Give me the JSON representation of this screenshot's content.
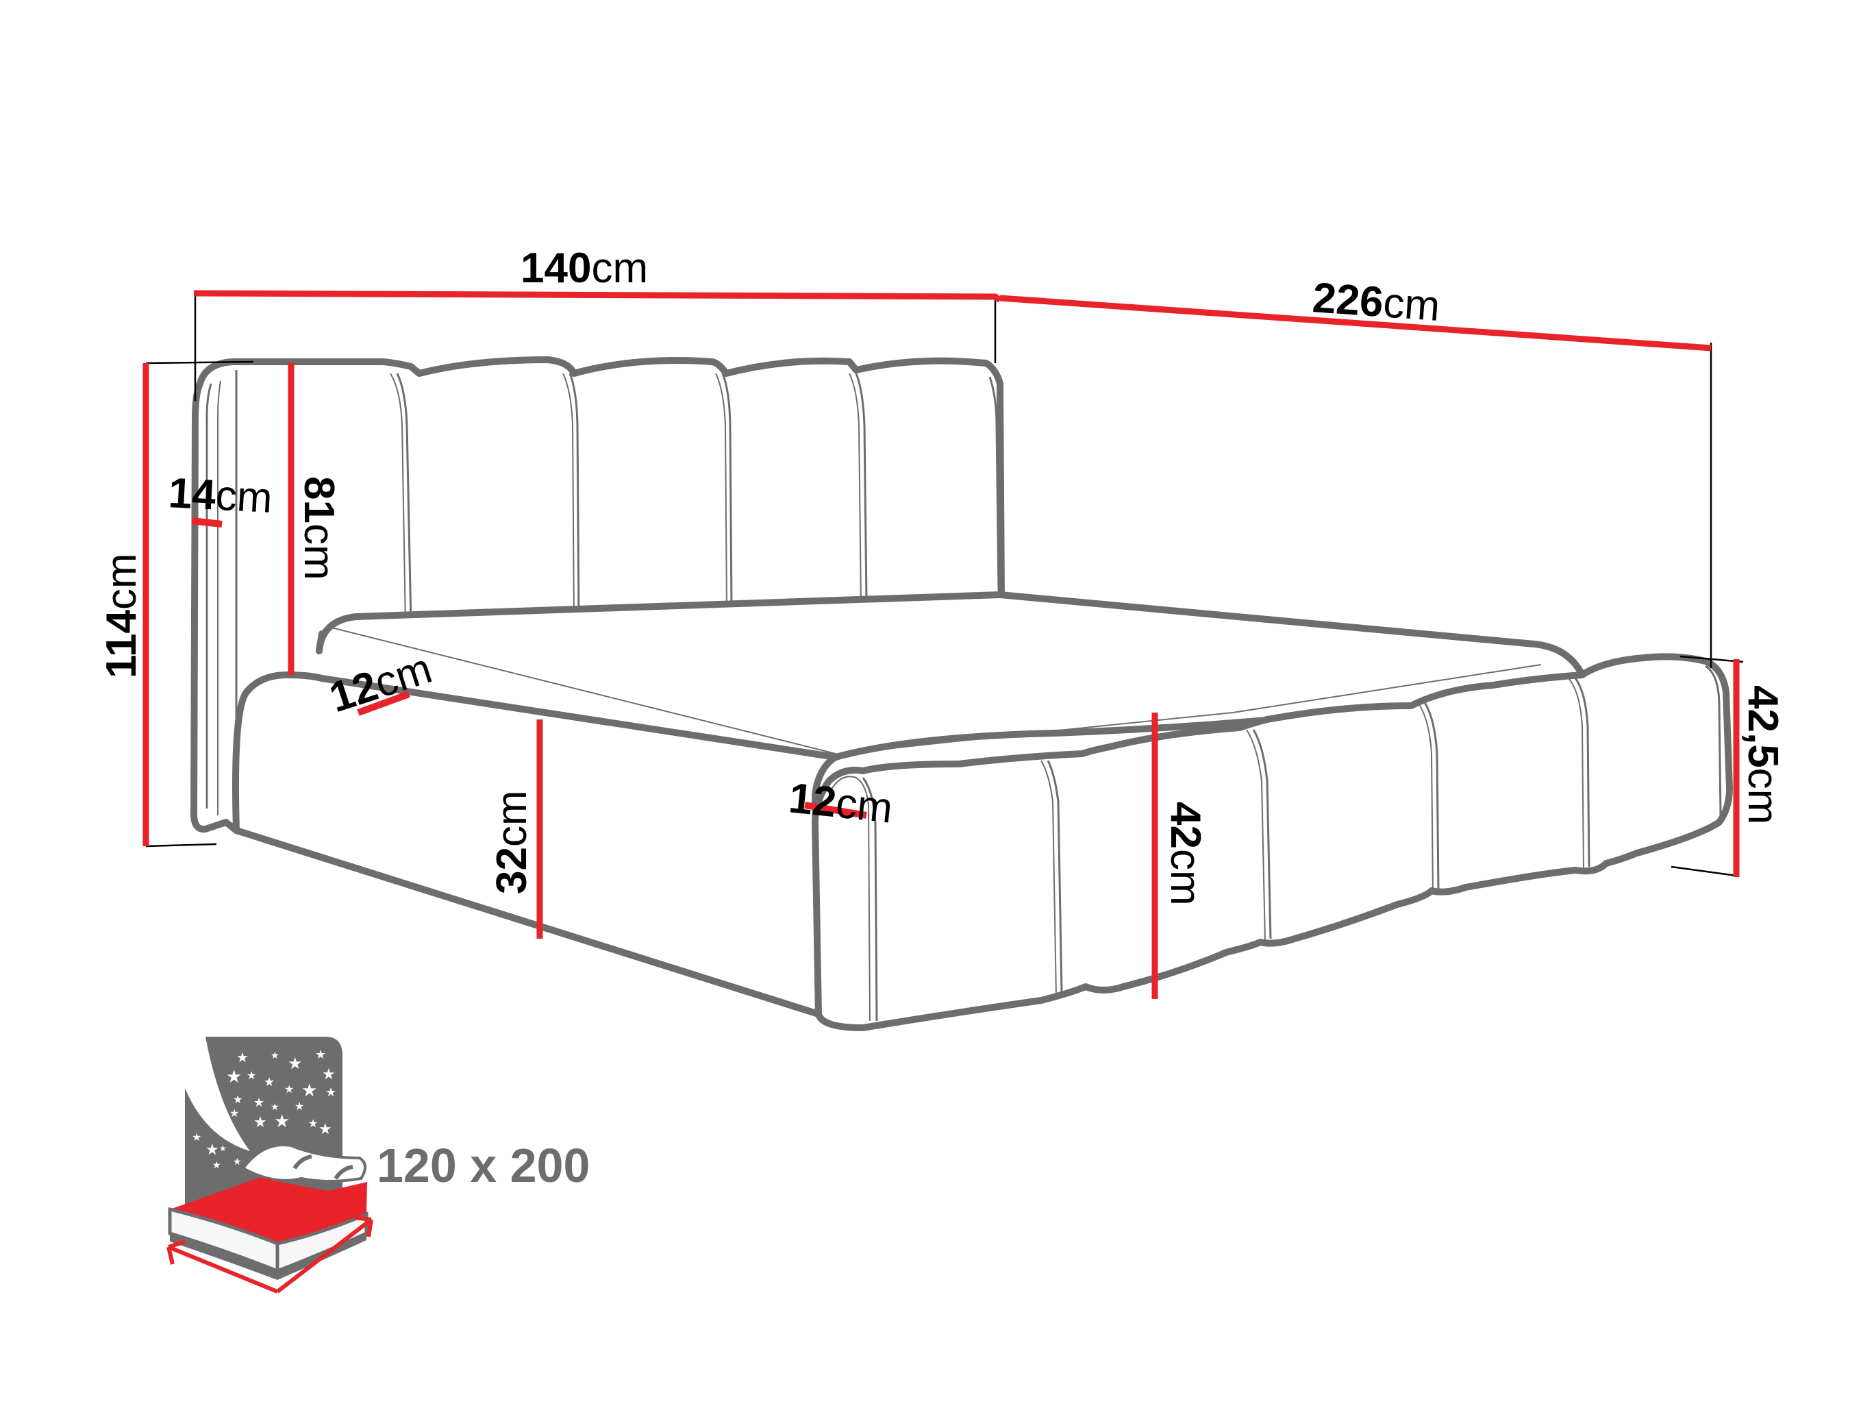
{
  "diagram": {
    "subject": "Upholstered bed with channel-tufted headboard — dimension drawing",
    "accent_color": "#e8232a",
    "outline_color": "#6d6d6d",
    "text_color": "#000000"
  },
  "dimensions": {
    "width": {
      "value": "140",
      "unit": "cm"
    },
    "length": {
      "value": "226",
      "unit": "cm"
    },
    "total_height": {
      "value": "114",
      "unit": "cm"
    },
    "headboard_height": {
      "value": "81",
      "unit": "cm"
    },
    "headboard_depth": {
      "value": "14",
      "unit": "cm"
    },
    "side_rail_width": {
      "value": "12",
      "unit": "cm"
    },
    "footboard_width": {
      "value": "12",
      "unit": "cm"
    },
    "side_height": {
      "value": "32",
      "unit": "cm"
    },
    "footboard_height": {
      "value": "42",
      "unit": "cm"
    },
    "rear_height": {
      "value": "42,5",
      "unit": "cm"
    }
  },
  "mattress_icon": {
    "label": "120 x 200",
    "icon": "bed-mattress-night-icon",
    "colors": {
      "sheet": "#e8232a",
      "sky": "#6d6d6d",
      "stars": "#ffffff"
    }
  }
}
